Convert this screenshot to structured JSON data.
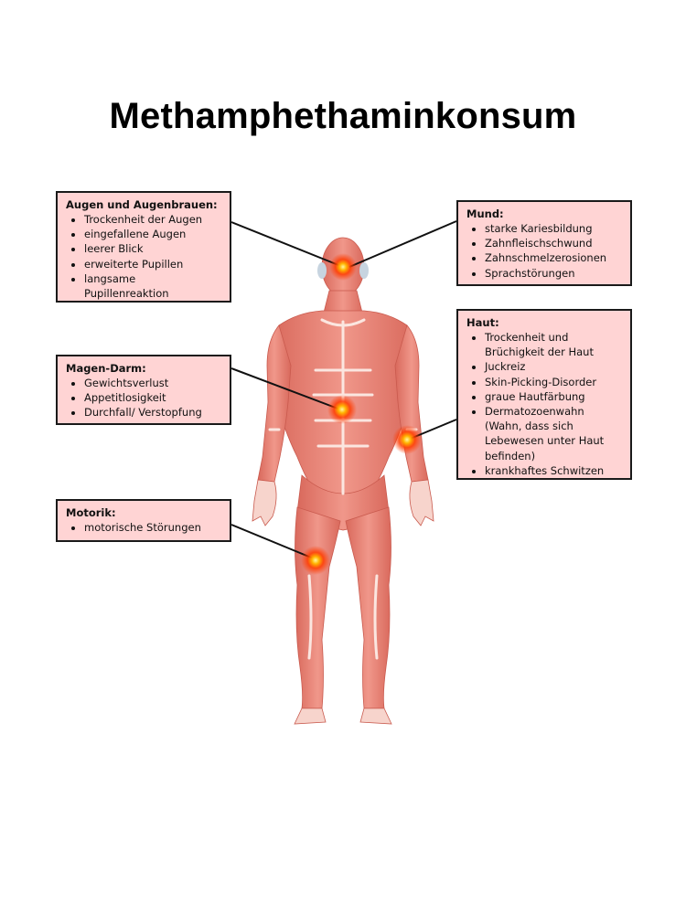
{
  "title": "Methamphethaminkonsum",
  "boxes": {
    "eyes": {
      "heading": "Augen und Augenbrauen:",
      "items": [
        "Trockenheit der Augen",
        "eingefallene Augen",
        "leerer Blick",
        "erweiterte Pupillen",
        "langsame Pupillenreaktion"
      ]
    },
    "mouth": {
      "heading": "Mund:",
      "items": [
        "starke Kariesbildung",
        "Zahnfleischschwund",
        "Zahnschmelzerosionen",
        "Sprachstörungen"
      ]
    },
    "skin": {
      "heading": "Haut:",
      "items": [
        "Trockenheit und Brüchigkeit der Haut",
        "Juckreiz",
        "Skin-Picking-Disorder",
        "graue Hautfärbung",
        "Dermatozoenwahn (Wahn, dass sich Lebewesen unter Haut befinden)",
        "krankhaftes Schwitzen"
      ]
    },
    "gut": {
      "heading": "Magen-Darm:",
      "items": [
        "Gewichtsverlust",
        "Appetitlosigkeit",
        "Durchfall/ Verstopfung"
      ]
    },
    "motor": {
      "heading": "Motorik:",
      "items": [
        "motorische Störungen"
      ]
    }
  },
  "colors": {
    "box_fill": "#ffd4d4",
    "muscle": "#e98779",
    "tendon": "#fbe6e0",
    "hotspot": "#ff3b00"
  }
}
